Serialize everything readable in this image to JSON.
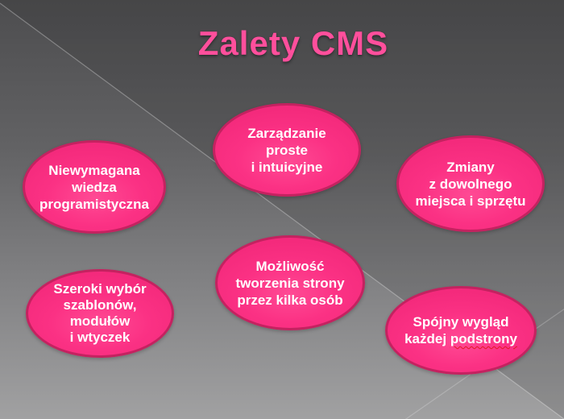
{
  "slide": {
    "title": "Zalety CMS"
  },
  "colors": {
    "title_pink": "#ff4f9c",
    "bubble_fill": "#fb3184",
    "bubble_border": "#c42260",
    "bubble_text": "#ffffff",
    "background_top_gray": "#4d4d4f",
    "background_bottom_gray": "#a1a1a2",
    "spellcheck_underline_red": "#e01b24"
  },
  "bubbles": [
    {
      "lines": [
        "Niewymagana",
        "wiedza",
        "programistyczna"
      ]
    },
    {
      "lines": [
        "Zarządzanie",
        "proste",
        "i intuicyjne"
      ]
    },
    {
      "lines": [
        "Zmiany",
        "z dowolnego",
        "miejsca i sprzętu"
      ]
    },
    {
      "lines": [
        "Szeroki wybór",
        "szablonów,",
        "modułów",
        "i wtyczek"
      ]
    },
    {
      "lines": [
        "Możliwość",
        "tworzenia strony",
        "przez kilka osób"
      ]
    },
    {
      "lines": [
        "Spójny wygląd"
      ],
      "second_line": {
        "text_before": "każdej",
        "misspelled_word": "podstrony"
      }
    }
  ]
}
